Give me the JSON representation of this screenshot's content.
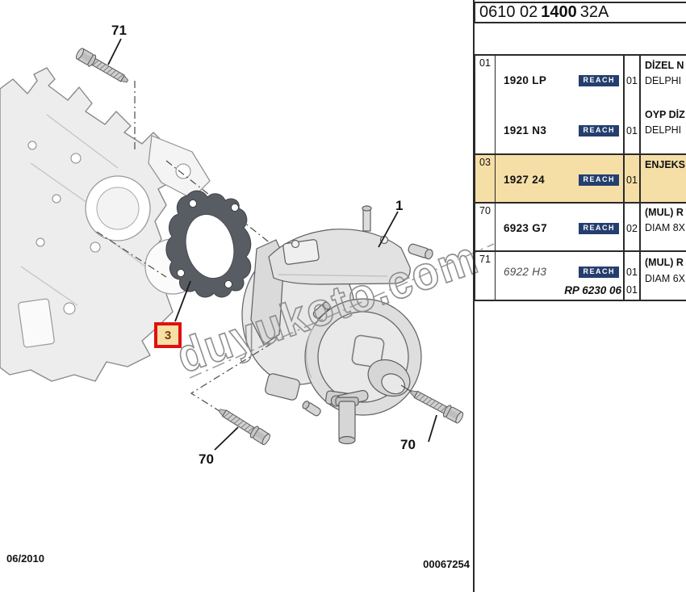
{
  "header": {
    "code_prefix": "0610 02",
    "code_bold": "1400",
    "code_suffix": "32A"
  },
  "parts_table": {
    "rows": [
      {
        "ref": "01",
        "entries": [
          {
            "part": "1920 LP",
            "badge": "REACH",
            "qty": "01",
            "desc1": "DİZEL N",
            "desc2": "DELPHI"
          },
          {
            "part": "1921 N3",
            "badge": "REACH",
            "qty": "01",
            "desc1": "OYP DİZ",
            "desc2": "DELPHI"
          }
        ]
      },
      {
        "ref": "03",
        "part": "1927 24",
        "badge": "REACH",
        "qty": "01",
        "desc1": "ENJEKS",
        "desc2": ""
      },
      {
        "ref": "70",
        "part": "6923 G7",
        "badge": "REACH",
        "qty": "02",
        "desc1": "(MUL) R",
        "desc2": "DIAM 8X"
      },
      {
        "ref": "71",
        "part": "6922 H3",
        "badge": "REACH",
        "qty": "01",
        "qty2": "01",
        "rp_code": "RP 6230 06",
        "desc1": "(MUL) R",
        "desc2": "DIAM 6X"
      }
    ]
  },
  "diagram": {
    "callouts": {
      "bolt_top": "71",
      "pump": "1",
      "gasket": "3",
      "bolt_left": "70",
      "bolt_right": "70"
    },
    "watermark": "duyukoto.com"
  },
  "footer": {
    "date": "06/2010",
    "doc_number": "00067254"
  },
  "colors": {
    "row_highlight": "#F5DFA7",
    "reach_badge_bg": "#243E6E",
    "callout_box_border": "#E01010",
    "callout_box_text": "#7A3C00",
    "watermark_stroke": "#8F8F8F"
  }
}
